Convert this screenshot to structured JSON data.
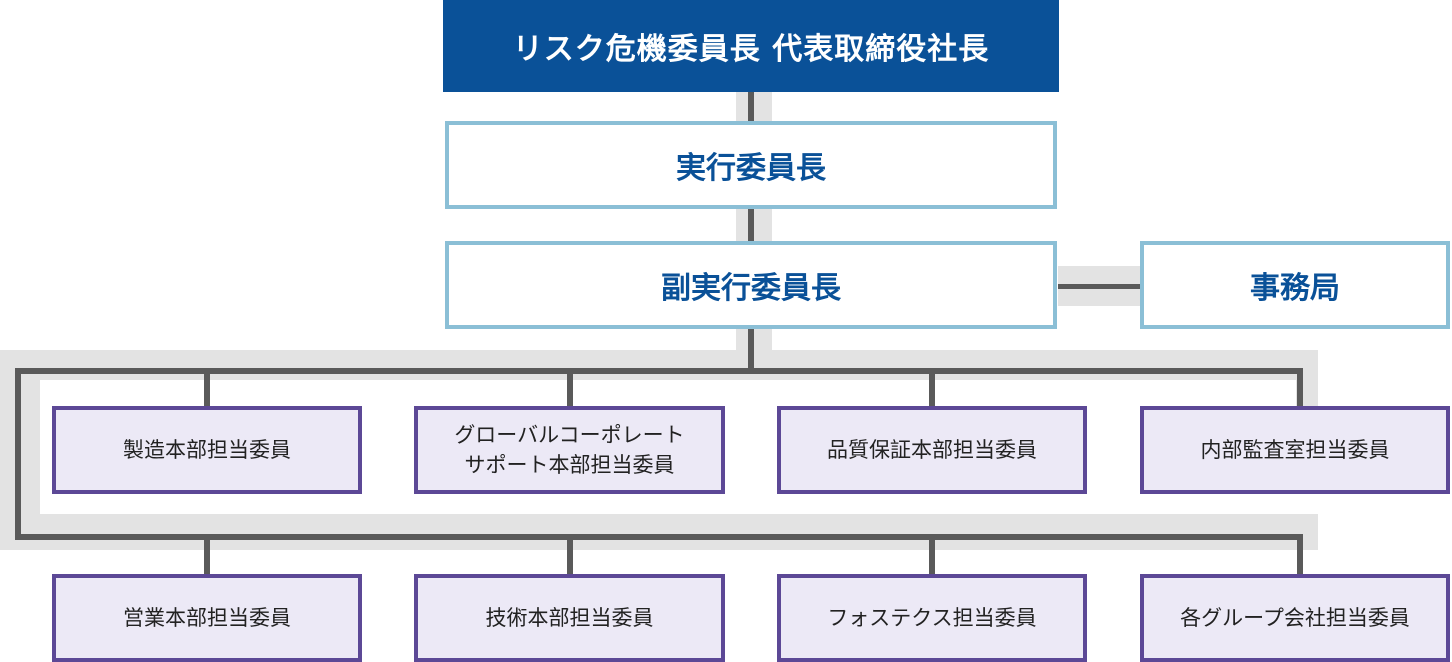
{
  "chairman": "リスク危機委員長 代表取締役社長",
  "executive_chair": "実行委員長",
  "vice_executive_chair": "副実行委員長",
  "secretariat": "事務局",
  "members_row1": [
    {
      "line1": "製造本部担当委員",
      "line2": ""
    },
    {
      "line1": "グローバルコーポレート",
      "line2": "サポート本部担当委員"
    },
    {
      "line1": "品質保証本部担当委員",
      "line2": ""
    },
    {
      "line1": "内部監査室担当委員",
      "line2": ""
    }
  ],
  "members_row2": [
    {
      "line1": "営業本部担当委員",
      "line2": ""
    },
    {
      "line1": "技術本部担当委員",
      "line2": ""
    },
    {
      "line1": "フォステクス担当委員",
      "line2": ""
    },
    {
      "line1": "各グループ会社担当委員",
      "line2": ""
    }
  ],
  "colors": {
    "chairman_fill": "#0a5198",
    "executive_border": "#8bbfd6",
    "member_border": "#5c4896",
    "member_fill": "#ece9f6",
    "connector": "#5a5a5a",
    "connector_shadow": "#e3e3e3"
  }
}
